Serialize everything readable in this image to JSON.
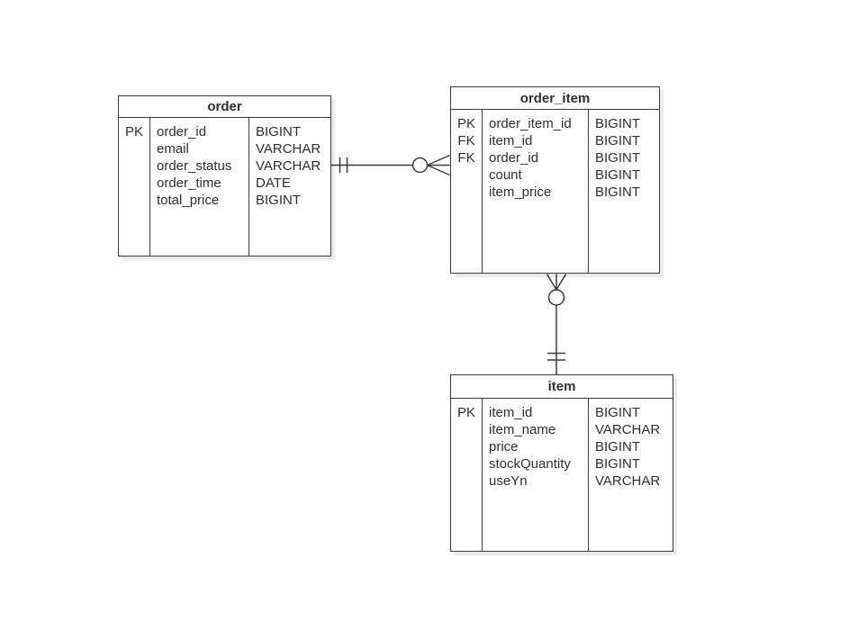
{
  "diagram": {
    "type": "entity-relationship-diagram",
    "notation": "crow-foot",
    "colors": {
      "background": "#ffffff",
      "entity_fill": "#ffffff",
      "stroke": "#3c3c3c",
      "text": "#303030"
    },
    "tables": [
      {
        "name": "order",
        "columns": [
          {
            "key": "PK",
            "name": "order_id",
            "type": "BIGINT"
          },
          {
            "key": "",
            "name": "email",
            "type": "VARCHAR"
          },
          {
            "key": "",
            "name": "order_status",
            "type": "VARCHAR"
          },
          {
            "key": "",
            "name": "order_time",
            "type": "DATE"
          },
          {
            "key": "",
            "name": "total_price",
            "type": "BIGINT"
          }
        ]
      },
      {
        "name": "order_item",
        "columns": [
          {
            "key": "PK",
            "name": "order_item_id",
            "type": "BIGINT"
          },
          {
            "key": "FK",
            "name": "item_id",
            "type": "BIGINT"
          },
          {
            "key": "FK",
            "name": "order_id",
            "type": "BIGINT"
          },
          {
            "key": "",
            "name": "count",
            "type": "BIGINT"
          },
          {
            "key": "",
            "name": "item_price",
            "type": "BIGINT"
          }
        ]
      },
      {
        "name": "item",
        "columns": [
          {
            "key": "PK",
            "name": "item_id",
            "type": "BIGINT"
          },
          {
            "key": "",
            "name": "item_name",
            "type": "VARCHAR"
          },
          {
            "key": "",
            "name": "price",
            "type": "BIGINT"
          },
          {
            "key": "",
            "name": "stockQuantity",
            "type": "BIGINT"
          },
          {
            "key": "",
            "name": "useYn",
            "type": "VARCHAR"
          }
        ]
      }
    ],
    "relationships": [
      {
        "from": "order",
        "to": "order_item",
        "from_cardinality": "one-and-only-one (double bar)",
        "to_cardinality": "zero-or-many (circle + crow foot)"
      },
      {
        "from": "item",
        "to": "order_item",
        "from_cardinality": "one-and-only-one (double bar)",
        "to_cardinality": "zero-or-many (circle + crow foot)"
      }
    ]
  }
}
